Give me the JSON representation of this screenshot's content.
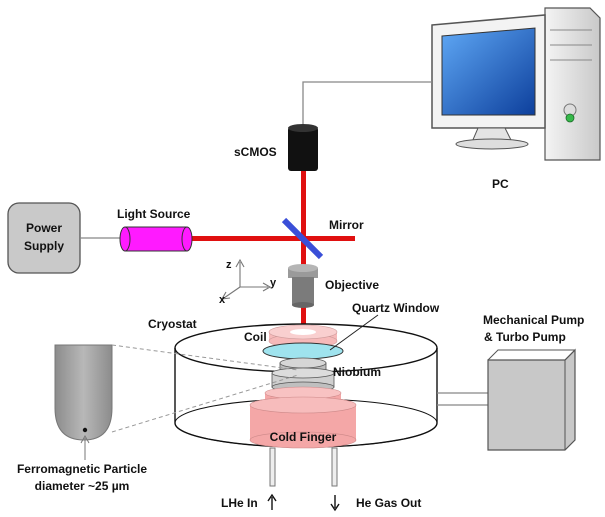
{
  "labels": {
    "scmos": "sCMOS",
    "pc": "PC",
    "power_supply_line1": "Power",
    "power_supply_line2": "Supply",
    "light_source": "Light Source",
    "mirror": "Mirror",
    "objective": "Objective",
    "cryostat": "Cryostat",
    "quartz_window": "Quartz Window",
    "coil": "Coil",
    "niobium": "Niobium",
    "cold_finger": "Cold Finger",
    "mech_pump_line1": "Mechanical Pump",
    "mech_pump_line2": "& Turbo Pump",
    "particle_line1": "Ferromagnetic Particle",
    "particle_line2": "diameter ~25 µm",
    "lhe_in": "LHe In",
    "he_gas_out": "He Gas Out"
  },
  "axes": {
    "z": "z",
    "y": "y",
    "x": "x"
  },
  "colors": {
    "laser": "#e01010",
    "light_source": "#ff1aff",
    "mirror": "#3a4fd8",
    "objective": "#888888",
    "camera": "#111111",
    "coil": "#f6b9b9",
    "quartz": "#9fe3ee",
    "cold_finger": "#f4a7a7",
    "gray_box": "#c8c8c8",
    "screen": "#1d63c9"
  }
}
